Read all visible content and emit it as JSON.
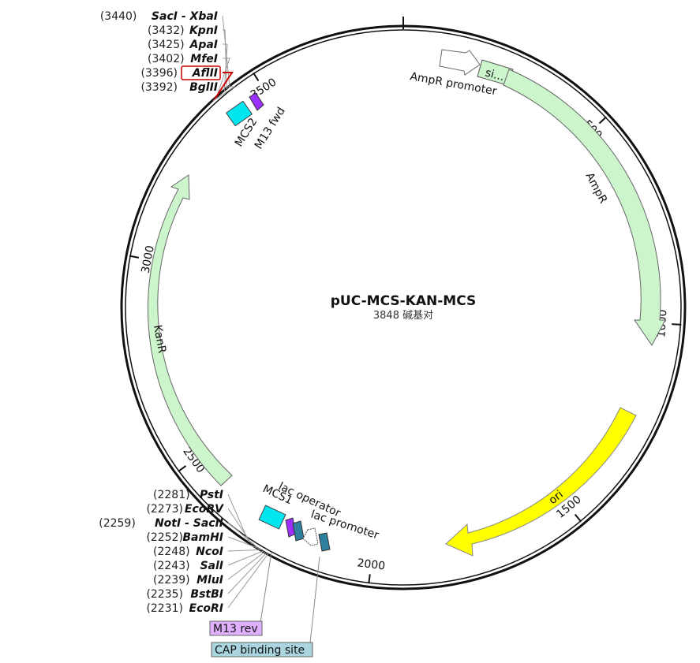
{
  "plasmid": {
    "name": "pUC-MCS-KAN-MCS",
    "length_label": "3848 碱基对",
    "length_bp": 3848
  },
  "ticks": [
    {
      "bp": 0,
      "label": ""
    },
    {
      "bp": 500,
      "label": "500"
    },
    {
      "bp": 1000,
      "label": "1000"
    },
    {
      "bp": 1500,
      "label": "1500"
    },
    {
      "bp": 2000,
      "label": "2000"
    },
    {
      "bp": 2500,
      "label": "2500"
    },
    {
      "bp": 3000,
      "label": "3000"
    },
    {
      "bp": 3500,
      "label": "3500"
    }
  ],
  "sites_top": [
    {
      "pos": "(3440)",
      "name": "SacI - XbaI",
      "bp": 3440
    },
    {
      "pos": "(3432)",
      "name": "KpnI",
      "bp": 3432
    },
    {
      "pos": "(3425)",
      "name": "ApaI",
      "bp": 3425
    },
    {
      "pos": "(3402)",
      "name": "MfeI",
      "bp": 3402
    },
    {
      "pos": "(3396)",
      "name": "AflII",
      "bp": 3396,
      "highlight": true
    },
    {
      "pos": "(3392)",
      "name": "BglII",
      "bp": 3392
    }
  ],
  "sites_bottom": [
    {
      "pos": "(2281)",
      "name": "PstI",
      "bp": 2281
    },
    {
      "pos": "(2273)",
      "name": "EcoRV",
      "bp": 2273,
      "green": true
    },
    {
      "pos": "(2259)",
      "name": "NotI - SacII",
      "bp": 2259
    },
    {
      "pos": "(2252)",
      "name": "BamHI",
      "bp": 2252
    },
    {
      "pos": "(2248)",
      "name": "NcoI",
      "bp": 2248
    },
    {
      "pos": "(2243)",
      "name": "SalI",
      "bp": 2243
    },
    {
      "pos": "(2239)",
      "name": "MluI",
      "bp": 2239
    },
    {
      "pos": "(2235)",
      "name": "BstBI",
      "bp": 2235
    },
    {
      "pos": "(2231)",
      "name": "EcoRI",
      "bp": 2231
    }
  ],
  "features": [
    {
      "name": "AmpR promoter",
      "color": "#ffffff"
    },
    {
      "name": "si...",
      "color": "#ccf5cc"
    },
    {
      "name": "AmpR",
      "color": "#ccf5cc"
    },
    {
      "name": "ori",
      "color": "#ffff00"
    },
    {
      "name": "KanR",
      "color": "#ccf5cc"
    },
    {
      "name": "MCS2",
      "color": "#00e5ee"
    },
    {
      "name": "M13 fwd",
      "color": "#9b30ff"
    },
    {
      "name": "MCS1",
      "color": "#00e5ee"
    },
    {
      "name": "lac operator",
      "color": "#2f7f9f"
    },
    {
      "name": "lac promoter",
      "color": "#ffffff"
    },
    {
      "name": "M13 rev",
      "color": "#e0b0ff"
    },
    {
      "name": "CAP binding site",
      "color": "#a9d4e0"
    }
  ],
  "colors": {
    "highlight_site": "#cc0000",
    "ecorv_site": "#228b22",
    "backbone": "#111111"
  }
}
